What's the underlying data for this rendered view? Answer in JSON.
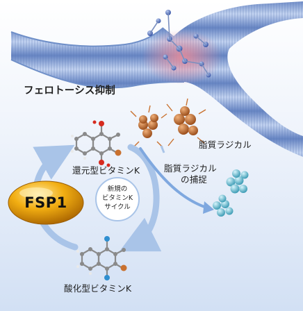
{
  "labels": {
    "ferroptosis_suppression": "フェロトーシス抑制",
    "lipid_radical": "脂質ラジカル",
    "lipid_radical_capture_line1": "脂質ラジカル",
    "lipid_radical_capture_line2": "の捕捉",
    "reduced_vitamin_k": "還元型ビタミンK",
    "oxidized_vitamin_k": "酸化型ビタミンK",
    "enzyme": "FSP1",
    "cycle_line1": "新規の",
    "cycle_line2": "ビタミンK",
    "cycle_line3": "サイクル"
  },
  "colors": {
    "membrane": "#6f8fc8",
    "membrane_light": "#b7c9ea",
    "stress_glow": "#f3a1a9",
    "radical": "#c9712f",
    "captured_radical": "#6cc0d4",
    "cycle_arrow": "#a9c4e8",
    "capture_arrow": "#7fa8df",
    "enzyme_fill": "#f0a80c",
    "enzyme_dark": "#b06a00",
    "atom_carbon": "#8a8a8a",
    "atom_oxygen": "#d62b1f",
    "atom_nitrogen": "#2f8fd0"
  },
  "icons": [
    "cell-membrane-icon",
    "lipid-radical-icon",
    "vitamin-k-molecule-icon",
    "fsp1-enzyme-icon",
    "captured-radical-icon"
  ]
}
